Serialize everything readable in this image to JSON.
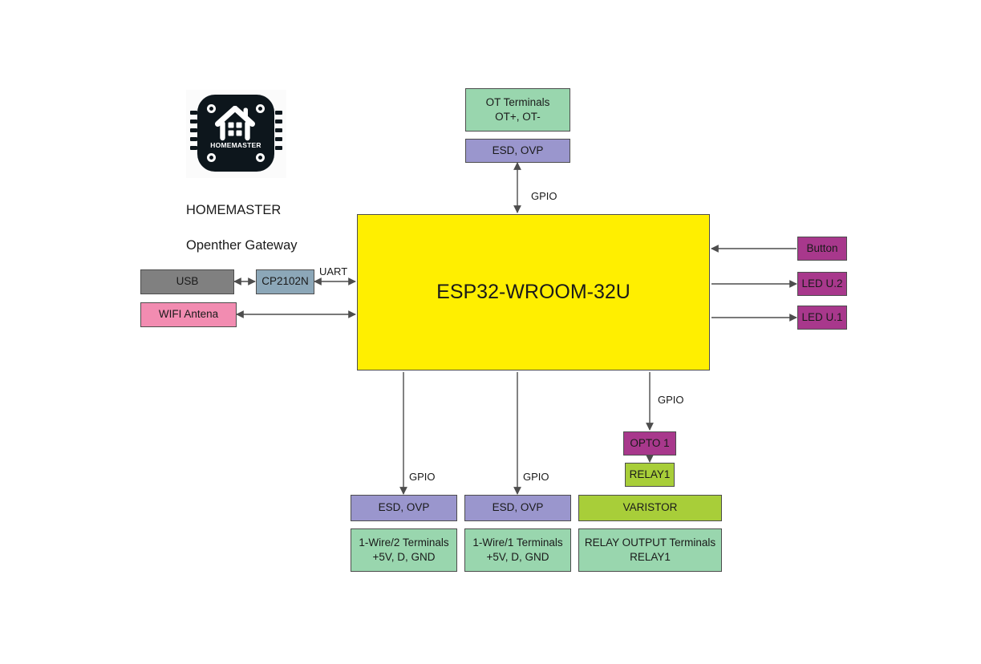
{
  "diagram": {
    "title": "HOMEMASTER Openther Gateway block diagram",
    "colors": {
      "terminal_green": "#99d6ae",
      "protection_purple": "#9a96cd",
      "mcu_yellow": "#ffef00",
      "usb_gray": "#808080",
      "bridge_steel": "#8ca7b8",
      "antenna_pink": "#f28cb1",
      "io_magenta": "#a8388c",
      "relay_lime": "#a8ce39",
      "edge_stroke": "#4d4d4d",
      "logo_dark": "#0d161c"
    }
  },
  "logo": {
    "wordmark": "HOMEMASTER",
    "caption_line1": "HOMEMASTER",
    "caption_line2": "Openther Gateway"
  },
  "nodes": {
    "ot_terminals": {
      "line1": "OT Terminals",
      "line2": "OT+, OT-"
    },
    "ot_esd": {
      "line1": "ESD, OVP"
    },
    "mcu": {
      "line1": "ESP32-WROOM-32U"
    },
    "usb": {
      "line1": "USB"
    },
    "uart_bridge": {
      "line1": "CP2102N"
    },
    "wifi_antenna": {
      "line1": "WIFI Antena"
    },
    "button": {
      "line1": "Button"
    },
    "led_u2": {
      "line1": "LED U.2"
    },
    "led_u1": {
      "line1": "LED U.1"
    },
    "opto1": {
      "line1": "OPTO 1"
    },
    "relay1": {
      "line1": "RELAY1"
    },
    "varistor": {
      "line1": "VARISTOR"
    },
    "relay_out_terminals": {
      "line1": "RELAY OUTPUT Terminals",
      "line2": "RELAY1"
    },
    "onewire2_esd": {
      "line1": "ESD, OVP"
    },
    "onewire2_terminals": {
      "line1": "1-Wire/2 Terminals",
      "line2": "+5V, D, GND"
    },
    "onewire1_esd": {
      "line1": "ESD, OVP"
    },
    "onewire1_terminals": {
      "line1": "1-Wire/1 Terminals",
      "line2": "+5V, D, GND"
    }
  },
  "edge_labels": {
    "ot_gpio": "GPIO",
    "uart": "UART",
    "relay_gpio": "GPIO",
    "onewire2_gpio": "GPIO",
    "onewire1_gpio": "GPIO"
  }
}
